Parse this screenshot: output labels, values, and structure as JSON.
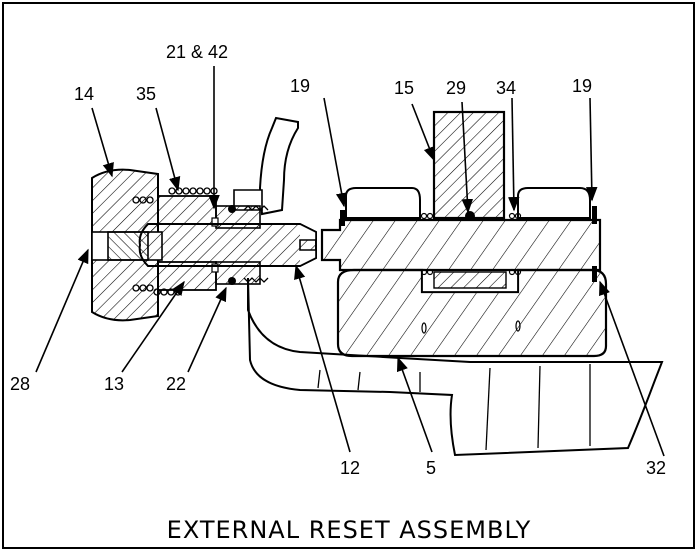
{
  "title": "EXTERNAL RESET ASSEMBLY",
  "callouts": {
    "c14": "14",
    "c35": "35",
    "c21_42": "21 & 42",
    "c19_left": "19",
    "c15": "15",
    "c29": "29",
    "c34": "34",
    "c19_right": "19",
    "c28": "28",
    "c13": "13",
    "c22": "22",
    "c12": "12",
    "c5": "5",
    "c32": "32"
  }
}
